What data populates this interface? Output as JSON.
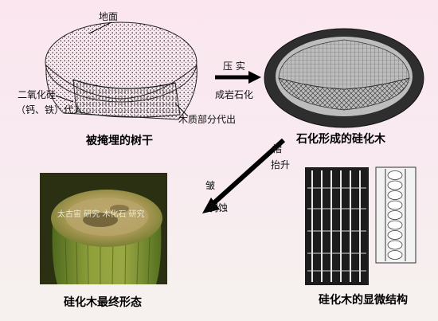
{
  "labels": {
    "ground": "地面",
    "silica_line1": "二氧化硅",
    "silica_line2": "（钙、铁）代入",
    "wood_out": "木质部分代出",
    "compaction_1": "压 实",
    "compaction_2": "成岩石化",
    "uplift_1": "褶",
    "uplift_2": "抬升",
    "erosion_1": "皱",
    "erosion_2": "剥蚀",
    "photo_watermark": "太古宙 研究 木化石 研究"
  },
  "captions": {
    "buried_trunk": "被掩埋的树干",
    "petrified": "石化形成的硅化木",
    "final_form": "硅化木最终形态",
    "micro": "硅化木的显微结构"
  },
  "colors": {
    "background": "#f8e8ee",
    "arrow": "#000000",
    "photo_green": "#8e9a3a",
    "photo_top": "#b7a76a"
  }
}
